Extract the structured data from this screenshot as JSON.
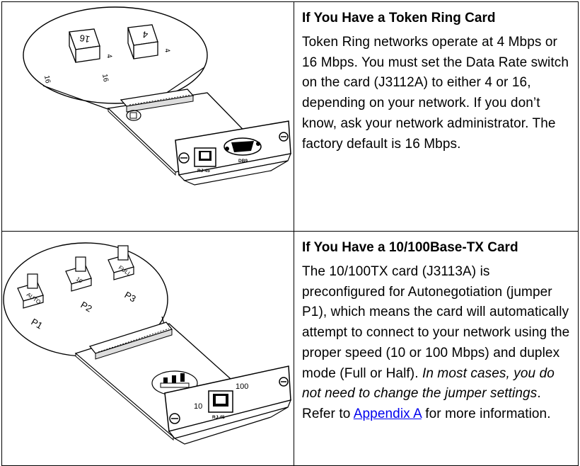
{
  "token_ring": {
    "heading": "If You Have a Token Ring Card",
    "body": "Token Ring networks operate at 4 Mbps or 16 Mbps. You must set the Data Rate switch on the card (J3112A) to either 4 or 16, depending on your network. If you don’t know, ask your network administrator. The factory default is 16 Mbps.",
    "figure": {
      "switch_labels": [
        "4",
        "16"
      ],
      "switch_face_labels": [
        "16",
        "4"
      ],
      "connector_labels": [
        "RJ-45",
        "DB9"
      ]
    }
  },
  "tx_card": {
    "heading": "If You Have a 10/100Base-TX Card",
    "body_part1": "The 10/100TX card (J3113A) is preconfigured for Autonegotiation (jumper P1), which means the card will automatically attempt to connect to your network using the proper speed (10 or 100 Mbps) and duplex mode (Full or Half).",
    "body_italic": "In most cases, you do not need to change the jumper settings",
    "body_part2": ". Refer to",
    "link_text": "Appendix A",
    "body_part3": "for more information.",
    "figure": {
      "jumper_labels": [
        "P1",
        "P2",
        "P3"
      ],
      "jumper_settings": [
        "AUTO",
        "10",
        "FULL"
      ],
      "speed_labels": [
        "10",
        "100"
      ],
      "connector_label": "RJ-45"
    }
  },
  "colors": {
    "text": "#000000",
    "link": "#0000ee",
    "border": "#000000"
  }
}
